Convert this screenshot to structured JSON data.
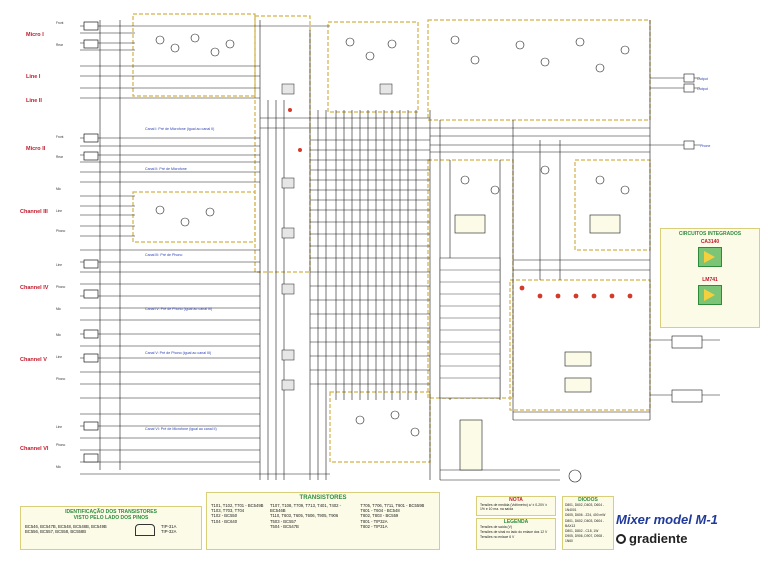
{
  "inputs": {
    "micro1": "Micro I",
    "line1": "Line I",
    "line2": "Line II",
    "micro2": "Micro II",
    "ch3": "Channel III",
    "ch4": "Channel IV",
    "ch5": "Channel V",
    "ch6": "Channel VI",
    "front": "Front",
    "rear": "Rear",
    "mic": "Mic",
    "line": "Line",
    "phono": "Phono"
  },
  "notes": [
    "Canal I: Pré de Microfone (igual ao canal II)",
    "Canal II: Pré de Microfone",
    "Canal III: Pré de Phono",
    "Canal IV: Pré de Phono (igual ao canal III)",
    "Canal V: Pré de Phono (igual ao canal III)",
    "Canal VI: Pré de Microfone (igual ao canal II)"
  ],
  "outputs": {
    "out1": "Output",
    "out2": "Output",
    "phones": "Phone"
  },
  "ic_box": {
    "title": "CIRCUITOS INTEGRADOS",
    "ic1": "CA3140",
    "ic2": "LM741"
  },
  "transistor_id": {
    "title": "IDENTIFICAÇÃO DOS TRANSISTORES",
    "subtitle": "VISTO PELO LADO DOS PINOS",
    "line1": "BC546, BC547B, BC548, BC548B, BC549B",
    "line2": "BC556, BC557, BC558, BC558B",
    "tip_a": "TIP-31A",
    "tip_b": "TIP-32A"
  },
  "transistores": {
    "title": "TRANSISTORES",
    "col1": [
      "T101, T102, T701 - BC549B",
      "T103, T703, T704",
      "T102 - BC550",
      "T104 - BC640"
    ],
    "col2": [
      "T107, T108, T709, T713, T401, T402 - BC546B",
      "T110, T603, T605, T606, T905, T906",
      "T503 - BC557",
      "T504 - BC547B"
    ],
    "col3": [
      "T705, T706, T711, T901 - BC559B",
      "T601 - T604 - BC548",
      "T802, T803 - BC559",
      "T801 - TIP32A",
      "T802 - TIP31A"
    ]
  },
  "nota": {
    "title": "NOTA",
    "text": "Tensões de medida (Voltímetro) c/ ± 0-20V ± 1% e 10 ma. na saída"
  },
  "legenda": {
    "title": "LEGENDA",
    "items": [
      "Tensões de saída (V)",
      "Tensões de sinal no lado do enlace dos 12 V",
      "Tensões no enlace 6 V"
    ]
  },
  "diodos": {
    "title": "DIODOS",
    "lines": [
      "D801, D602, D603, D604 - 1N4001",
      "D605, D606 - Z24, 400 mW",
      "D801, D602, D603, D604 - BAX13",
      "D801, D802 - C18, 1W",
      "D905, D906, D907, D908 - 1N60"
    ]
  },
  "brand": {
    "model_word": "Mixer",
    "model_name": "model M-1",
    "company": "gradiente"
  }
}
